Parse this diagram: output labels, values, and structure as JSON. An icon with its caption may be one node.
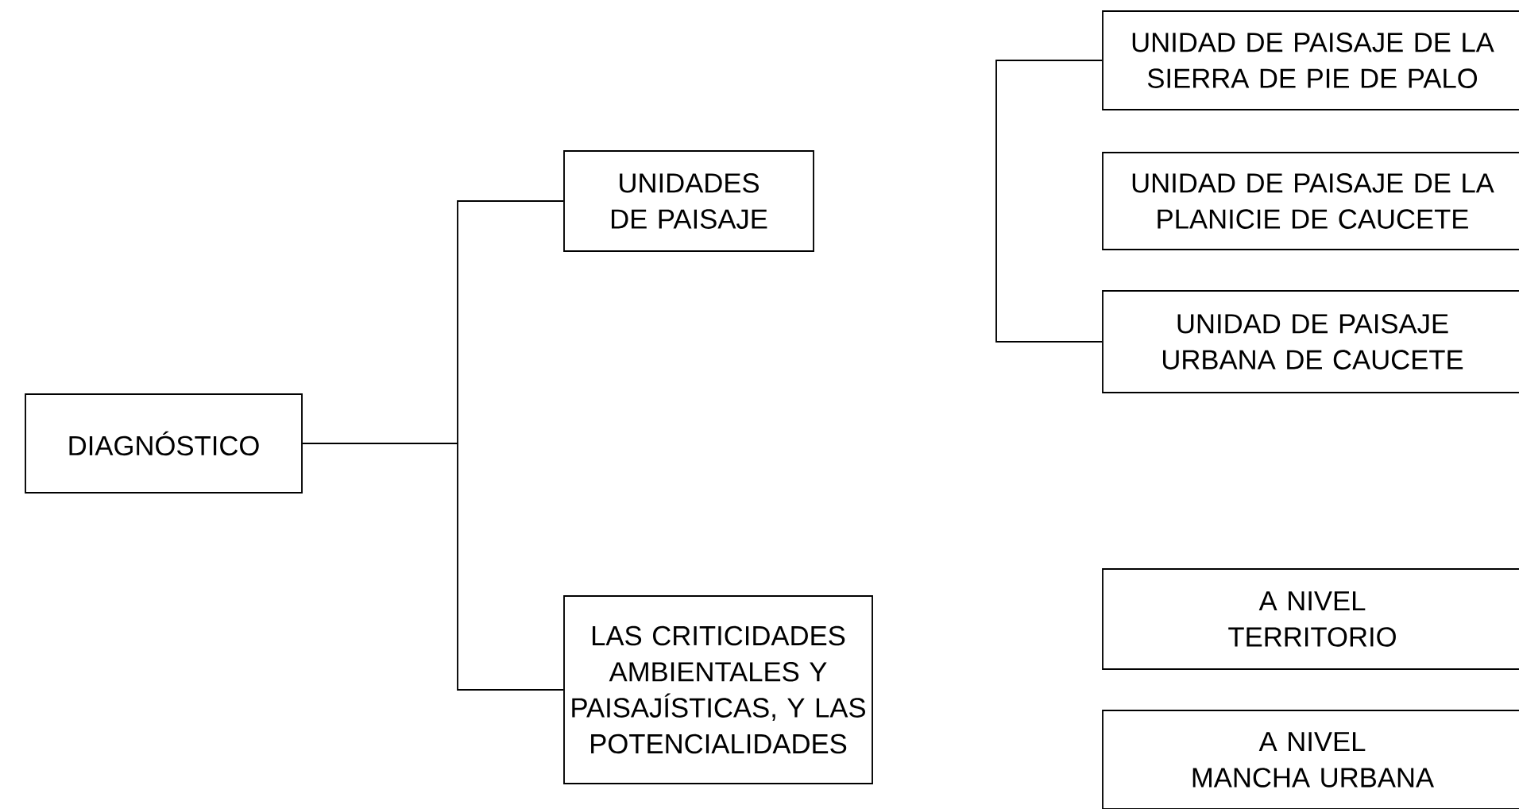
{
  "diagram": {
    "nodes": [
      {
        "text": [
          "DIAGNÓSTICO"
        ]
      },
      {
        "text": [
          "UNIDADES DE PAISAJE"
        ]
      },
      {
        "text": [
          "LAS CRITICIDADES AMBIENTALES Y PAISAJÍSTICAS, Y LAS POTENCIALIDADES"
        ]
      },
      {
        "text": [
          "UNIDAD DE PAISAJE DE LA SIERRA DE PIE DE PALO"
        ]
      },
      {
        "text": [
          "UNIDAD DE PAISAJE DE LA PLANICIE DE CAUCETE"
        ]
      },
      {
        "text": [
          "UNIDAD DE PAISAJE URBANA DE CAUCETE"
        ]
      },
      {
        "text": [
          "A NIVEL TERRITORIO"
        ]
      },
      {
        "text": [
          "A NIVEL MANCHA URBANA"
        ]
      }
    ],
    "edges": [
      {
        "from": 0,
        "to": 1,
        "arrow": "none"
      },
      {
        "from": 0,
        "to": 2,
        "arrow": "none"
      },
      {
        "from": 3,
        "to": 5,
        "arrow": "none"
      }
    ]
  }
}
